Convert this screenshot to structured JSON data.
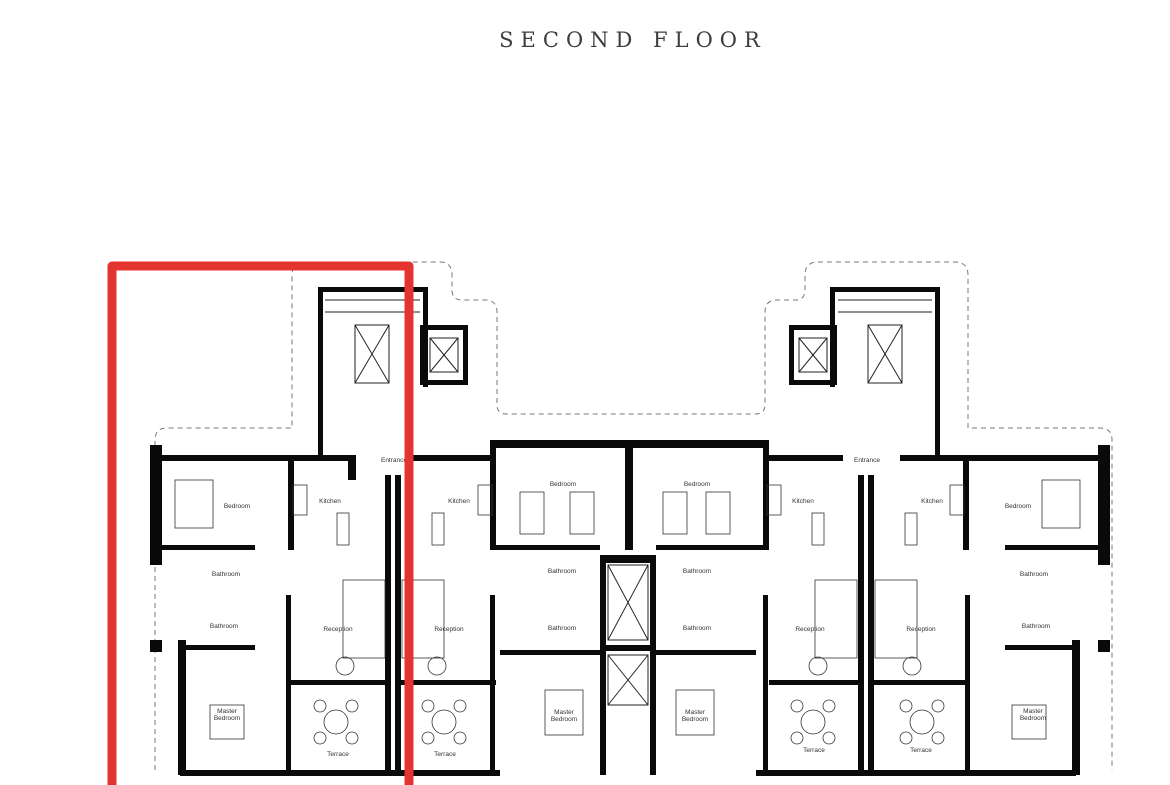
{
  "title": "SECOND FLOOR",
  "highlight_color": "#e3342f",
  "labels": {
    "entrance": "Entrance",
    "kitchen": "Kitchen",
    "bedroom": "Bedroom",
    "bathroom": "Bathroom",
    "reception": "Reception",
    "master_bedroom_1": "Master",
    "master_bedroom_2": "Bedroom",
    "terrace": "Terrace"
  }
}
